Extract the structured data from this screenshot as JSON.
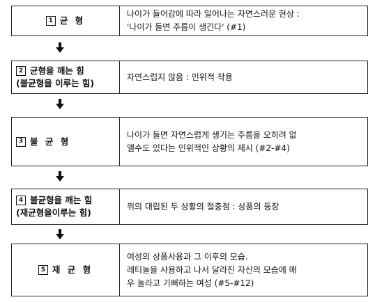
{
  "steps": [
    {
      "number": "1",
      "label_lines": [
        "균 형"
      ],
      "text_lines": [
        "나이가 들어감에 따라 일어나는 자연스러운 현상 :",
        "'나이가 들면 주름이 생긴다' (#1)"
      ]
    },
    {
      "number": "2",
      "label_lines": [
        "균형을 깨는 힘",
        "(불균형을 이루는 힘)"
      ],
      "text_lines": [
        "자연스럽지 않음 : 인위적 작용"
      ]
    },
    {
      "number": "3",
      "label_lines": [
        "불 균 형"
      ],
      "text_lines": [
        "나이가 들면 자연스럽게 생기는 주름을 오히려 없",
        "앨수도 있다는 인위적인 상황의 제시 (#2-#4)"
      ]
    },
    {
      "number": "4",
      "label_lines": [
        "불균형을 깨는 힘",
        "(재균형을이루는 힘)"
      ],
      "text_lines": [
        "위의 대립된 두 상황의 절충점 : 상품의 등장"
      ]
    },
    {
      "number": "5",
      "label_lines": [
        "재 균 형"
      ],
      "text_lines": [
        "여성의 상품사용과 그 이후의 모습.",
        "레티놀을 사용하고 나서 달라진 자신의 모습에 매",
        "우 놀라고 기뻐하는 여성 (#5-#12)"
      ]
    }
  ]
}
